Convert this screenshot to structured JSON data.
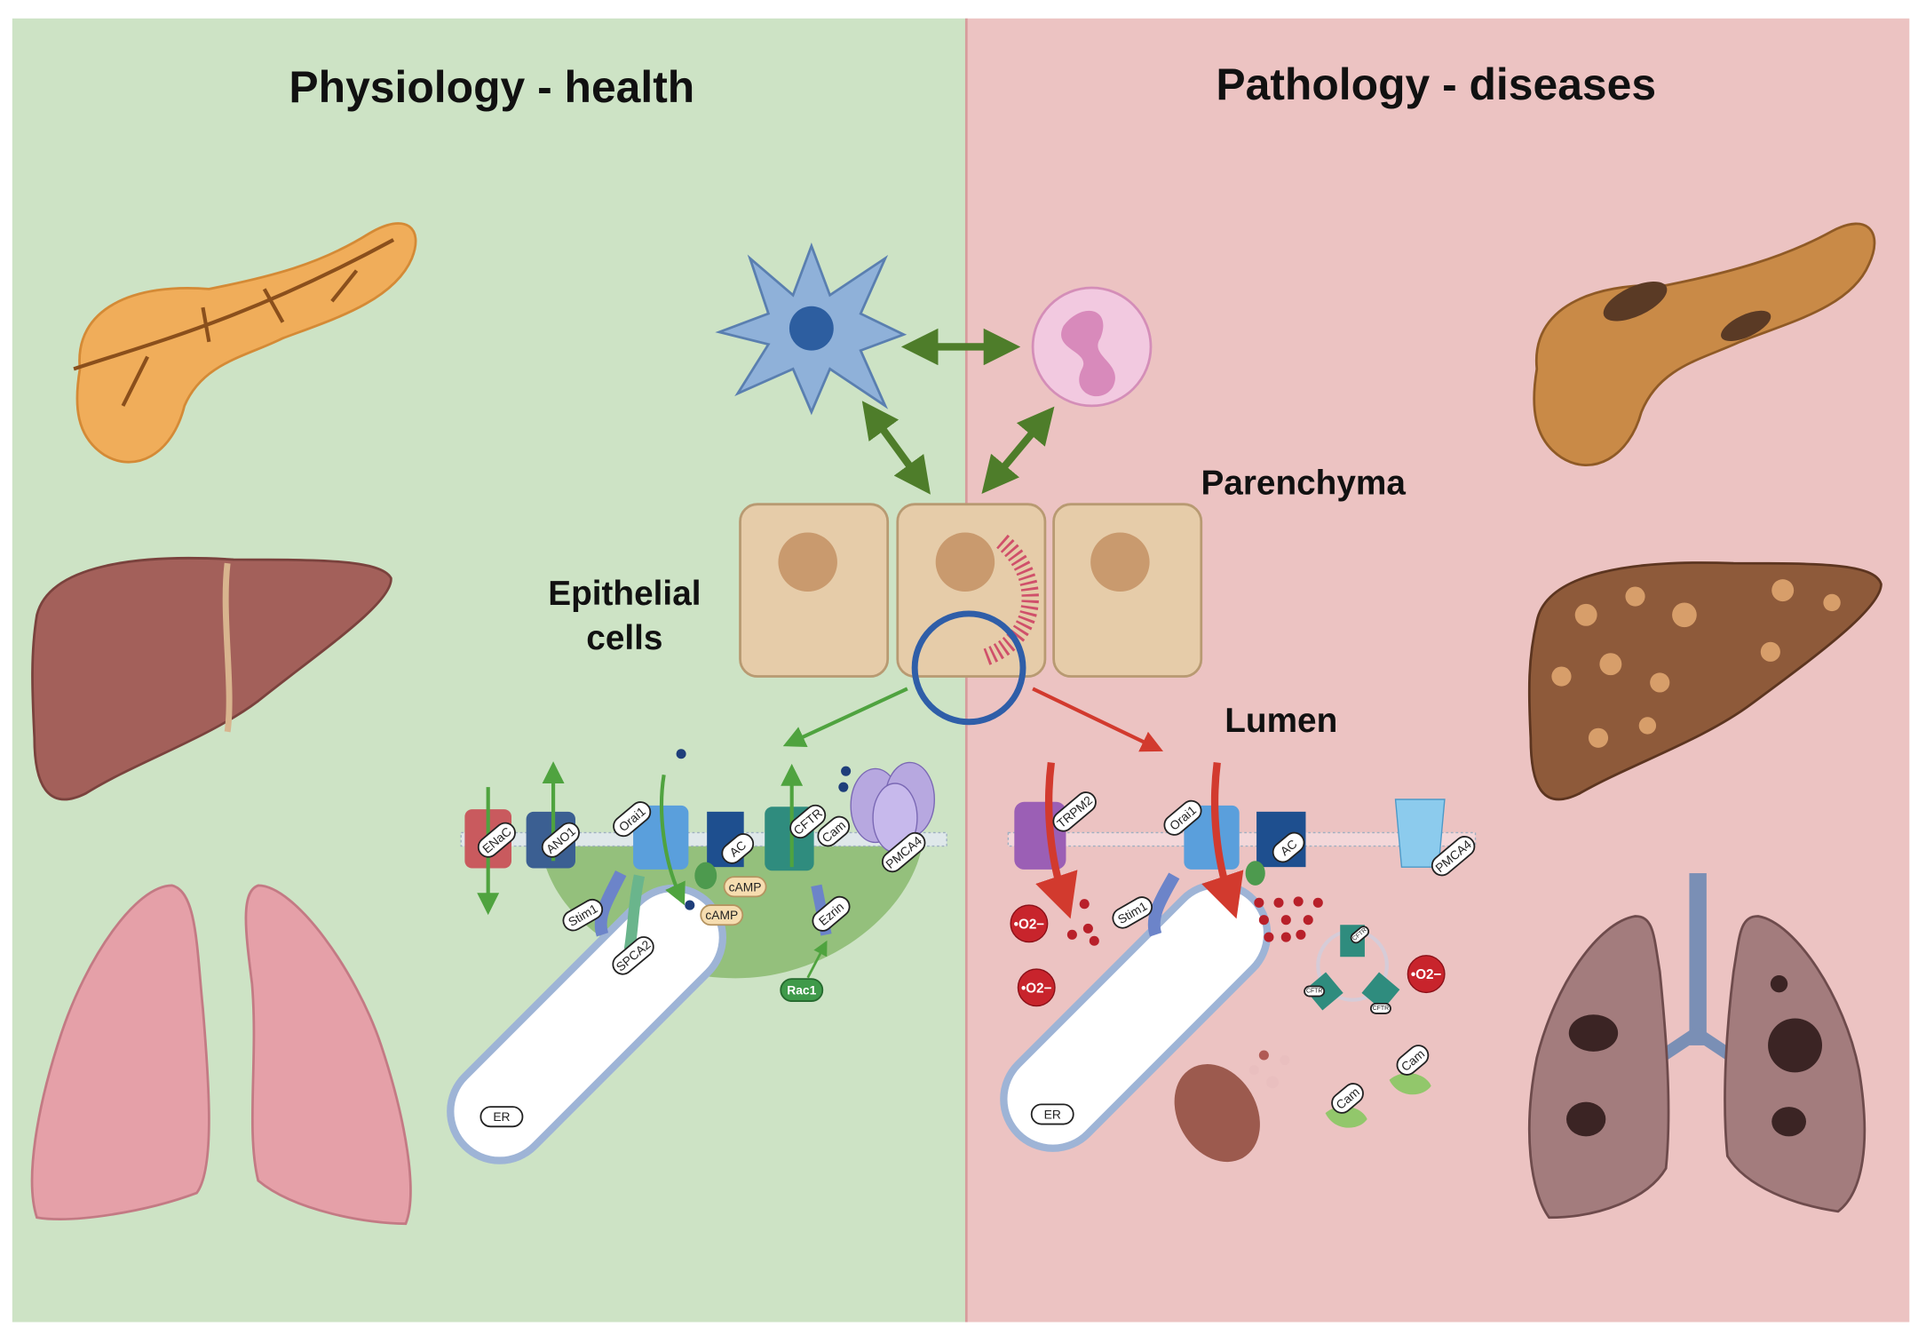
{
  "panels": {
    "left": {
      "title": "Physiology - health",
      "color": "#cde3c5"
    },
    "right": {
      "title": "Pathology - diseases",
      "color": "#ecc3c2"
    }
  },
  "labels": {
    "parenchyma": "Parenchyma",
    "epithelial_line1": "Epithelial",
    "epithelial_line2": "cells",
    "lumen": "Lumen"
  },
  "health_proteins": {
    "enac": "ENaC",
    "ano1": "ANO1",
    "orai1": "Orai1",
    "ac": "AC",
    "cftr": "CFTR",
    "cam": "Cam",
    "pmca4": "PMCA4",
    "stim1": "Stim1",
    "spca2": "SPCA2",
    "camp1": "cAMP",
    "camp2": "cAMP",
    "ezrin": "Ezrin",
    "rac1": "Rac1",
    "er": "ER"
  },
  "disease_proteins": {
    "trpm2": "TRPM2",
    "orai1": "Orai1",
    "ac": "AC",
    "pmca4": "PMCA4",
    "stim1": "Stim1",
    "cftr1": "CFTR",
    "cftr2": "CFTR",
    "cftr3": "CFTR",
    "cam1": "Cam",
    "cam2": "Cam",
    "er": "ER",
    "superoxide": "•O2−"
  },
  "colors": {
    "health_arrow": "#4fa33f",
    "disease_arrow": "#d23a2e",
    "interaction_arrow": "#4e7d2a",
    "focus_circle": "#2f5ea8"
  },
  "icons": [
    "pancreas-healthy",
    "liver-healthy",
    "lungs-healthy",
    "pancreas-diseased",
    "liver-cirrhotic",
    "lungs-diseased",
    "dendritic-cell",
    "neutrophil",
    "epithelial-cell",
    "mitochondrion-damaged",
    "endoplasmic-reticulum"
  ]
}
